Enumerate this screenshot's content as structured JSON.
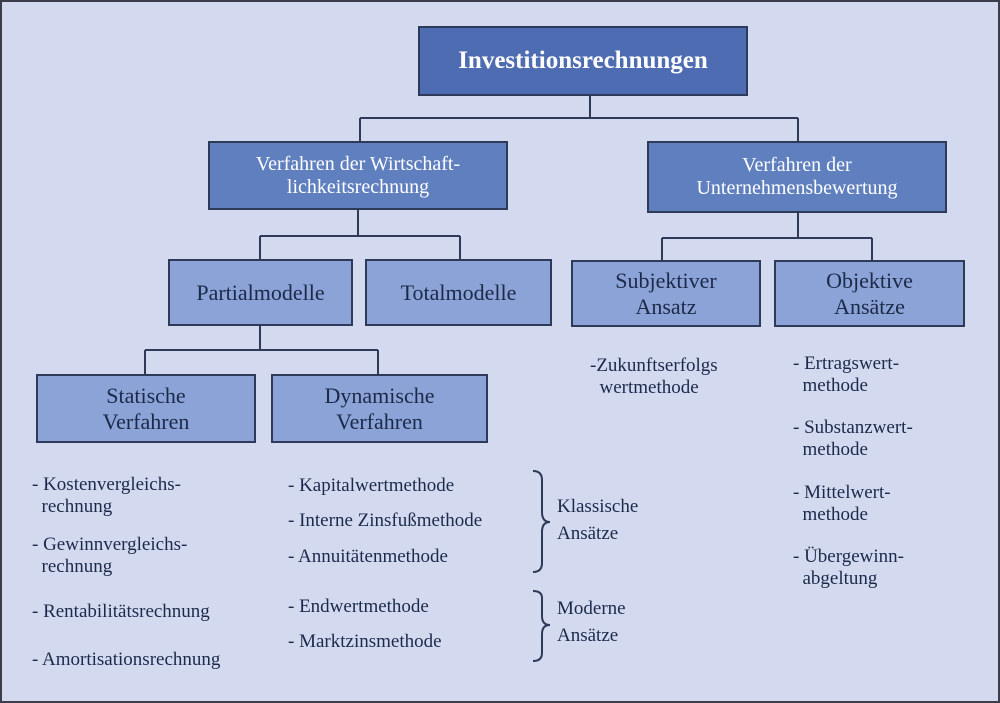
{
  "root": {
    "label": "Investitionsrechnungen"
  },
  "level1": {
    "left": "Verfahren der Wirtschaft-\nlichkeitsrechnung",
    "right": "Verfahren der\nUnternehmensbewertung"
  },
  "level2": {
    "partial": "Partialmodelle",
    "total": "Totalmodelle",
    "subjective": "Subjektiver\nAnsatz",
    "objective": "Objektive\nAnsätze"
  },
  "level3": {
    "static": "Statische\nVerfahren",
    "dynamic": "Dynamische\nVerfahren"
  },
  "lists": {
    "static": [
      "- Kostenvergleichs-\n  rechnung",
      "- Gewinnvergleichs-\n  rechnung",
      "- Rentabilitätsrechnung",
      "- Amortisationsrechnung"
    ],
    "dynamic_classic": [
      "- Kapitalwertmethode",
      "- Interne Zinsfußmethode",
      "- Annuitätenmethode"
    ],
    "dynamic_modern": [
      "- Endwertmethode",
      "- Marktzinsmethode"
    ],
    "subjective": [
      "-Zukunftserfolgs\n  wertmethode"
    ],
    "objective": [
      "- Ertragswert-\n  methode",
      "- Substanzwert-\n  methode",
      "- Mittelwert-\n  methode",
      "- Übergewinn-\n  abgeltung"
    ]
  },
  "brackets": {
    "classic": "Klassische\nAnsätze",
    "modern": "Moderne\nAnsätze"
  },
  "colors": {
    "background": "#d3d9ef",
    "box_dark": "#5f7fbf",
    "box_light": "#8ba3d6",
    "line": "#2e3a58"
  }
}
